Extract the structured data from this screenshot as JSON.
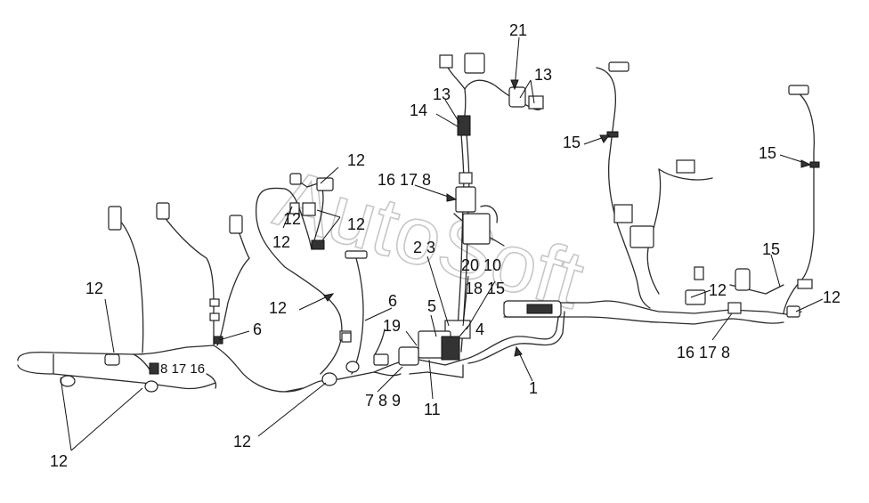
{
  "watermark": "AutoSoft",
  "callouts": [
    {
      "id": "c21",
      "text": "21"
    },
    {
      "id": "c13a",
      "text": "13"
    },
    {
      "id": "c13b",
      "text": "13"
    },
    {
      "id": "c14",
      "text": "14"
    },
    {
      "id": "c15a",
      "text": "15"
    },
    {
      "id": "c15b",
      "text": "15"
    },
    {
      "id": "c15c",
      "text": "15"
    },
    {
      "id": "c12a",
      "text": "12"
    },
    {
      "id": "c16178a",
      "text": "16 17 8"
    },
    {
      "id": "c12b",
      "text": "12"
    },
    {
      "id": "c12c",
      "text": "12"
    },
    {
      "id": "c23",
      "text": "2 3"
    },
    {
      "id": "c2010",
      "text": "20 10"
    },
    {
      "id": "c1815",
      "text": "18 15"
    },
    {
      "id": "c12d",
      "text": "12"
    },
    {
      "id": "c12e",
      "text": "12"
    },
    {
      "id": "c6a",
      "text": "6"
    },
    {
      "id": "c12f",
      "text": "12"
    },
    {
      "id": "c5",
      "text": "5"
    },
    {
      "id": "c19",
      "text": "19"
    },
    {
      "id": "c4",
      "text": "4"
    },
    {
      "id": "c6b",
      "text": "6"
    },
    {
      "id": "c81716",
      "text": "8 17 16"
    },
    {
      "id": "c789",
      "text": "7 8 9"
    },
    {
      "id": "c11",
      "text": "11"
    },
    {
      "id": "c1",
      "text": "1"
    },
    {
      "id": "c16178b",
      "text": "16 17 8"
    },
    {
      "id": "c12g",
      "text": "12"
    },
    {
      "id": "c12h",
      "text": "12"
    },
    {
      "id": "c12i",
      "text": "12"
    },
    {
      "id": "c12j",
      "text": "12"
    }
  ]
}
